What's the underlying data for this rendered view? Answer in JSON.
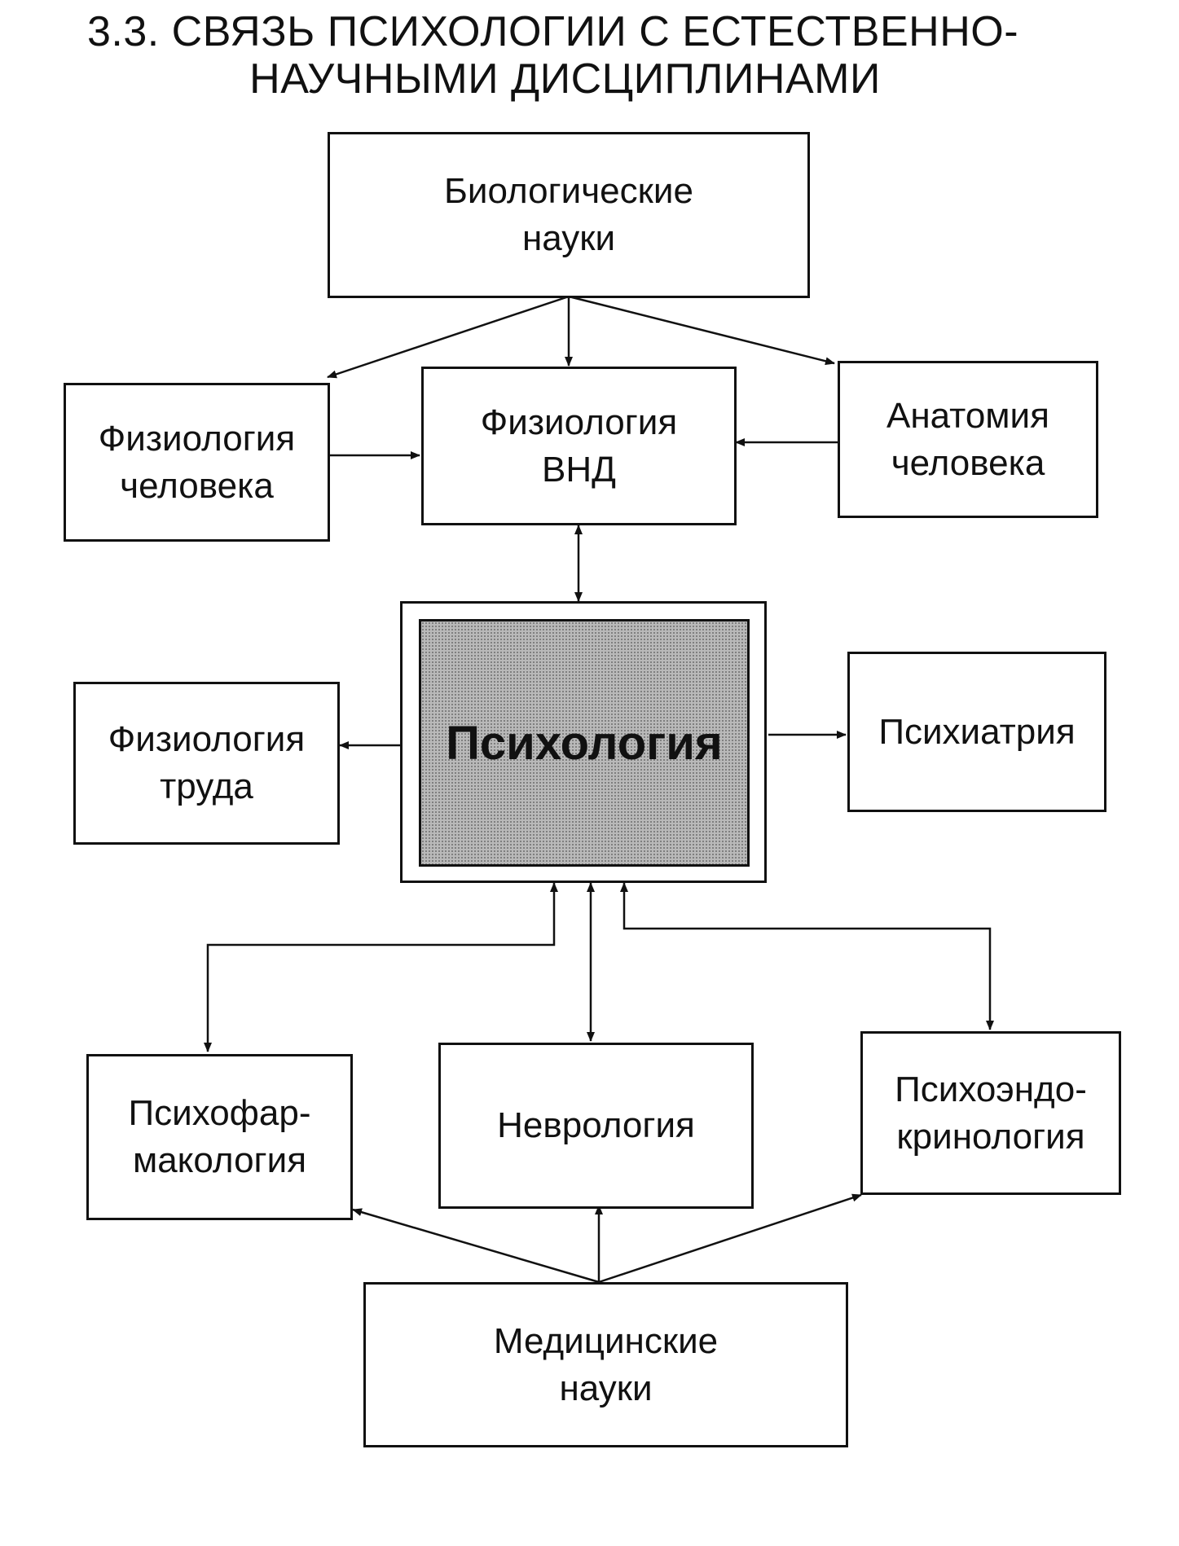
{
  "title": {
    "line1": "3.3. СВЯЗЬ ПСИХОЛОГИИ С ЕСТЕСТВЕННО-",
    "line2": "НАУЧНЫМИ ДИСЦИПЛИНАМИ"
  },
  "nodes": {
    "biological": {
      "line1": "Биологические",
      "line2": "науки"
    },
    "physiology_human": {
      "line1": "Физиология",
      "line2": "человека"
    },
    "physiology_vnd": {
      "line1": "Физиология",
      "line2": "ВНД"
    },
    "anatomy": {
      "line1": "Анатомия",
      "line2": "человека"
    },
    "physiology_labor": {
      "line1": "Физиология",
      "line2": "труда"
    },
    "psychology": {
      "label": "Психология"
    },
    "psychiatry": {
      "label": "Психиатрия"
    },
    "psychopharmacology": {
      "line1": "Психофар-",
      "line2": "макология"
    },
    "neurology": {
      "label": "Неврология"
    },
    "psychoendocrinology": {
      "line1": "Психоэндо-",
      "line2": "кринология"
    },
    "medical": {
      "line1": "Медицинские",
      "line2": "науки"
    }
  },
  "colors": {
    "ink": "#111111",
    "psychology_fill": "#b9b9b9",
    "background": "#ffffff"
  }
}
